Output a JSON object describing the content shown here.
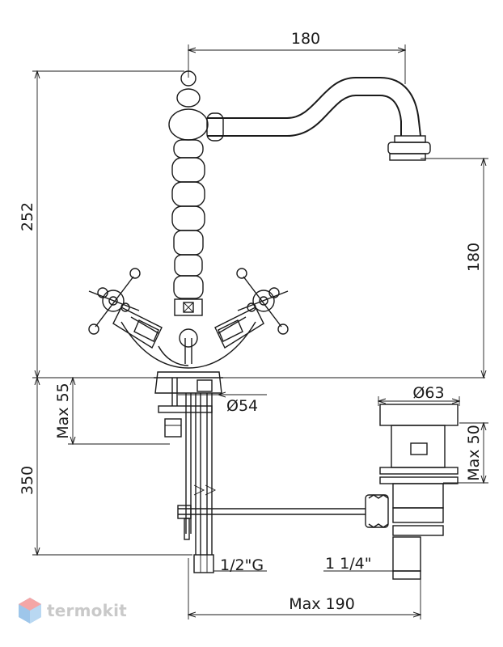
{
  "dimensions": {
    "spout_reach": "180",
    "total_height": "252",
    "spout_height": "180",
    "max_55": "Max 55",
    "hole_diameter": "Ø54",
    "below_deck": "350",
    "waste_diameter": "Ø63",
    "max_50": "Max 50",
    "inlet_thread": "1/2\"G",
    "waste_thread": "1 1/4\"",
    "max_190": "Max 190"
  },
  "brand": {
    "name": "termokit",
    "logo_colors": [
      "#f4a6a6",
      "#9ec6ea",
      "#c9c9c9"
    ]
  }
}
